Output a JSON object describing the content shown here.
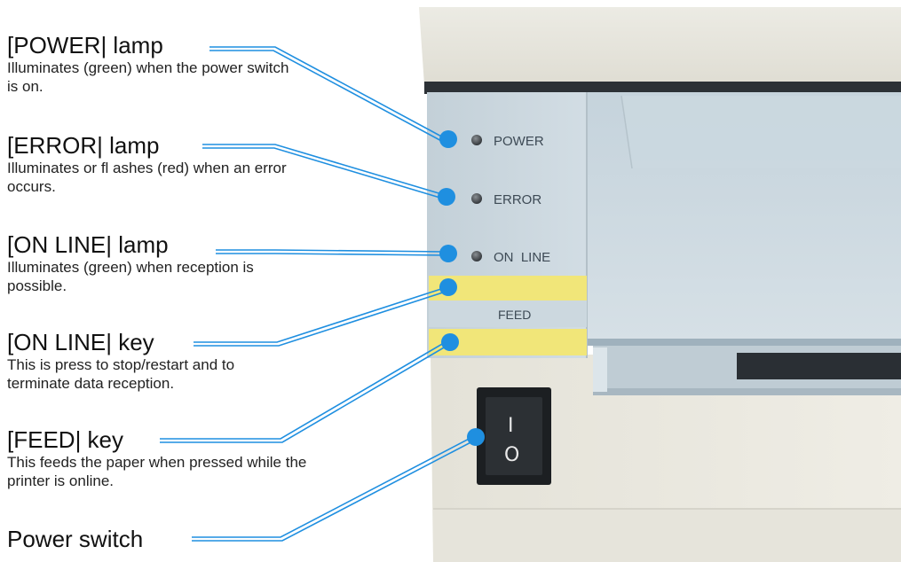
{
  "callouts": {
    "power_lamp": {
      "title": "[POWER| lamp",
      "description": "Illuminates (green) when the power switch is on."
    },
    "error_lamp": {
      "title": "[ERROR| lamp",
      "description": "Illuminates or fl ashes (red) when an error occurs."
    },
    "online_lamp": {
      "title": "[ON LINE| lamp",
      "description": "Illuminates (green) when reception is possible."
    },
    "online_key": {
      "title": "[ON LINE| key",
      "description": "This is press to stop/restart and to terminate data reception."
    },
    "feed_key": {
      "title": "[FEED| key",
      "description": "This feeds the paper when pressed while the printer is online."
    },
    "power_switch": {
      "title": "Power switch"
    }
  },
  "panel": {
    "power_label": "POWER",
    "error_label": "ERROR",
    "online_label": "ON  LINE",
    "feed_label": "FEED",
    "switch_on_glyph": "I",
    "switch_off_glyph": "O"
  },
  "colors": {
    "callout_dot": "#1f8fe0",
    "leader_line": "#1f8fe0",
    "key_yellow": "#f1e679",
    "panel_blue": "#c9d6de",
    "printer_body": "#e9e7de"
  }
}
